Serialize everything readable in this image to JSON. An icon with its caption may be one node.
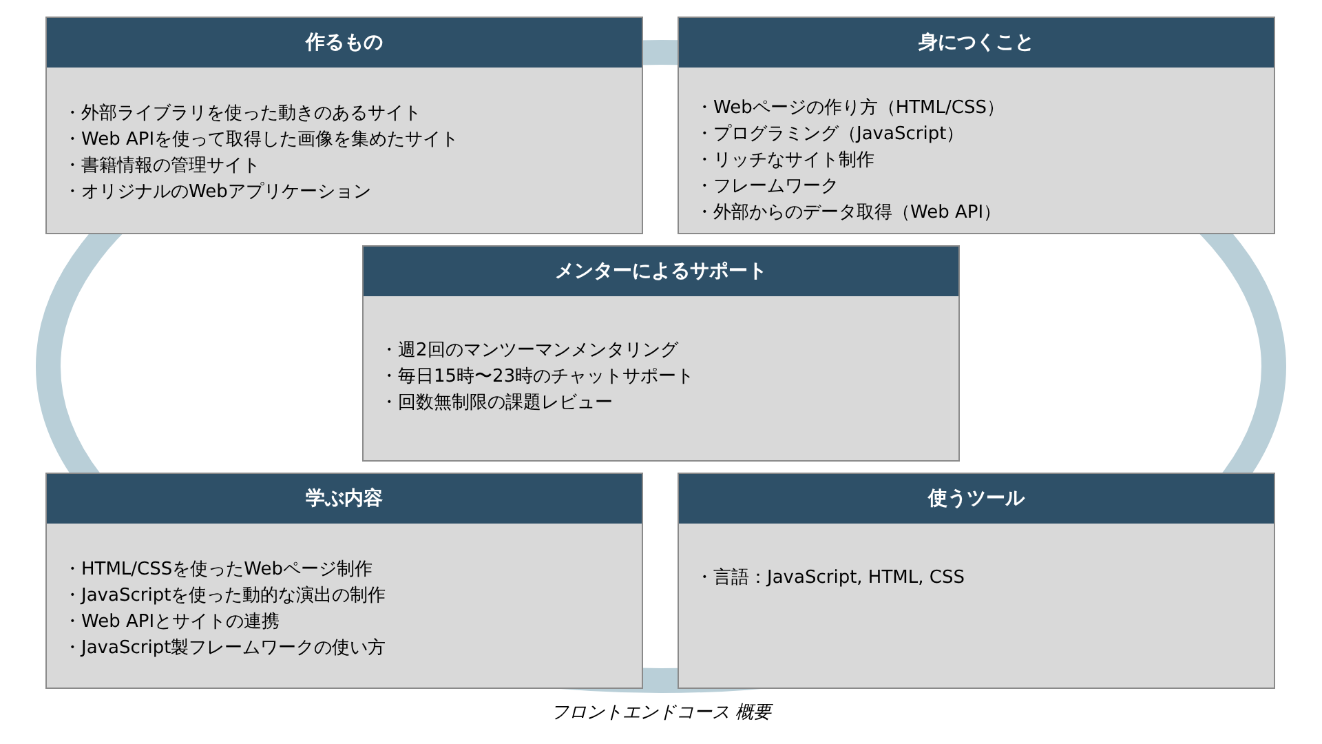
{
  "diagram": {
    "caption": "フロントエンドコース 概要",
    "nodes": [
      {
        "text": [
          "作るもの",
          "・外部ライブラリを使った動きのあるサイト",
          "・Web APIを使って取得した画像を集めたサイト",
          "・書籍情報の管理サイト",
          "・オリジナルのWebアプリケーション"
        ]
      },
      {
        "text": [
          "身につくこと",
          "・Webページの作り方（HTML/CSS）",
          "・プログラミング（JavaScript）",
          "・リッチなサイト制作",
          "・フレームワーク",
          "・外部からのデータ取得（Web API）"
        ]
      },
      {
        "text": [
          "メンターによるサポート",
          "・週2回のマンツーマンメンタリング",
          "・毎日15時〜23時のチャットサポート",
          "・回数無制限の課題レビュー"
        ]
      },
      {
        "text": [
          "学ぶ内容",
          "・HTML/CSSを使ったWebページ制作",
          "・JavaScriptを使った動的な演出の制作",
          "・Web APIとサイトの連携",
          "・JavaScript製フレームワークの使い方"
        ]
      },
      {
        "text": [
          "使うツール",
          "・言語：JavaScript, HTML, CSS"
        ]
      }
    ]
  }
}
